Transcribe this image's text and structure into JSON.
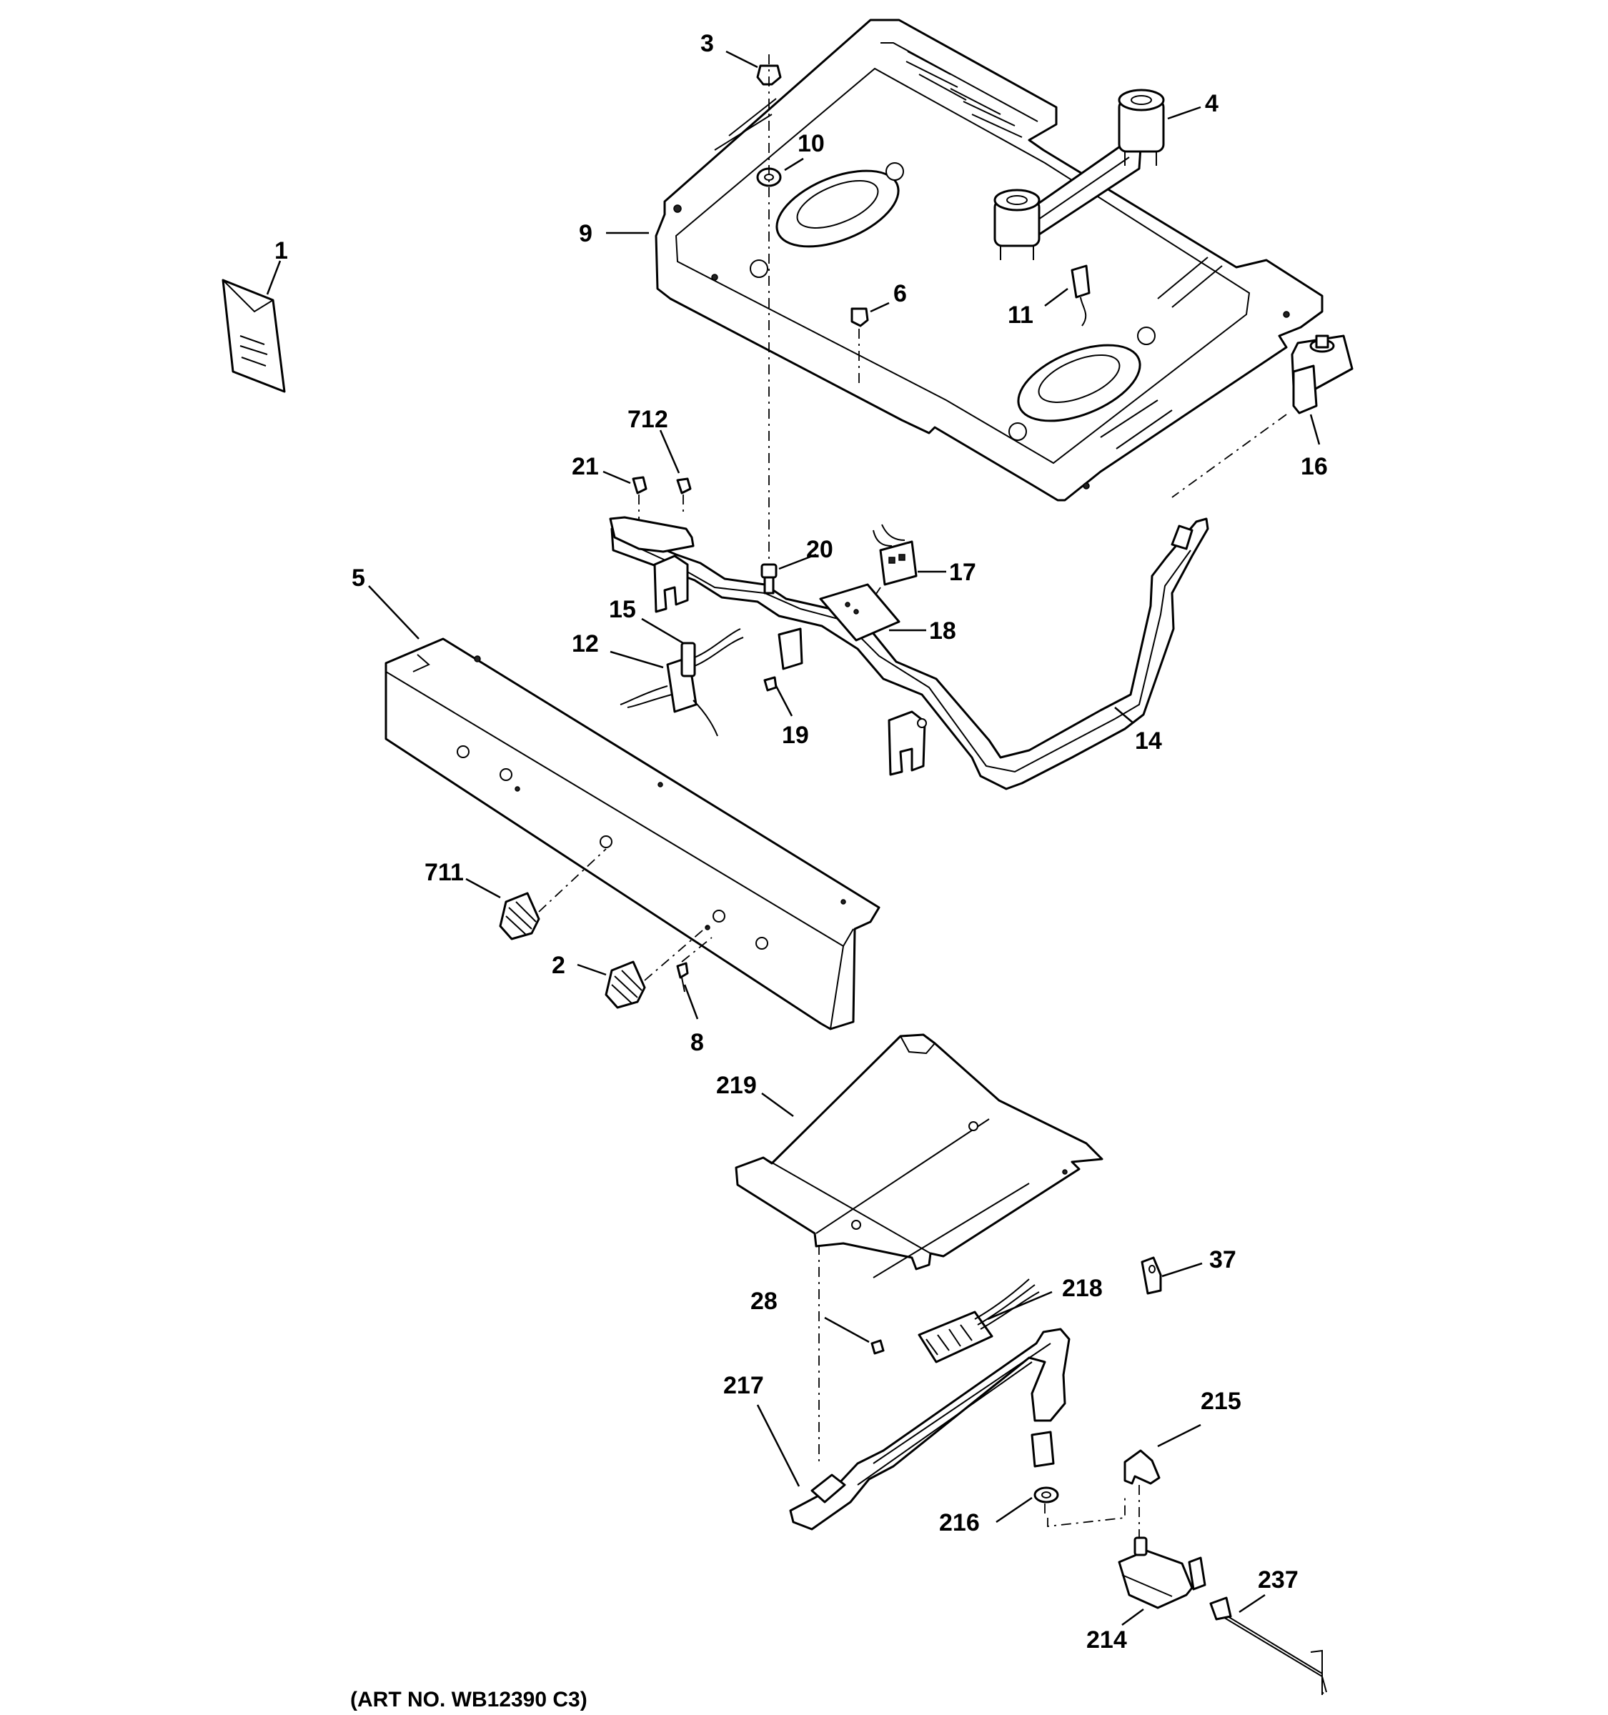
{
  "callouts": {
    "c1": "1",
    "c2": "2",
    "c3": "3",
    "c4": "4",
    "c5": "5",
    "c6": "6",
    "c8": "8",
    "c9": "9",
    "c10": "10",
    "c11": "11",
    "c12": "12",
    "c14": "14",
    "c15": "15",
    "c16": "16",
    "c17": "17",
    "c18": "18",
    "c19": "19",
    "c20": "20",
    "c21": "21",
    "c28": "28",
    "c37": "37",
    "c214": "214",
    "c215": "215",
    "c216": "216",
    "c217": "217",
    "c218": "218",
    "c219": "219",
    "c237": "237",
    "c711": "711",
    "c712": "712"
  },
  "art_number": "(ART NO. WB12390 C3)"
}
